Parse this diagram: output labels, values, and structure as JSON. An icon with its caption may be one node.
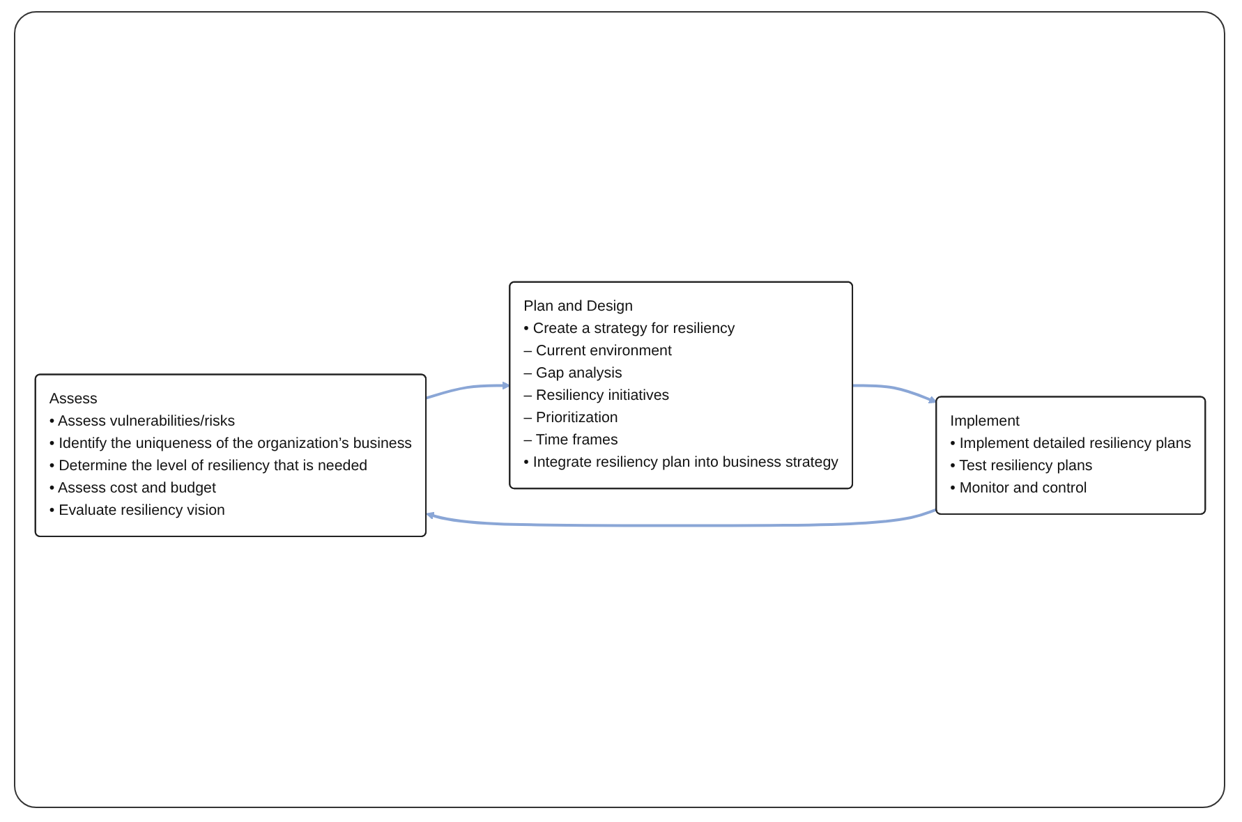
{
  "diagram": {
    "nodes": [
      {
        "text": [
          "Assess",
          "• Assess vulnerabilities/risks",
          "• Identify the uniqueness of the organization’s business",
          "• Determine the level of resiliency that is needed",
          "• Assess cost and budget",
          "• Evaluate resiliency vision"
        ]
      },
      {
        "text": [
          "Plan and Design",
          "• Create a strategy for resiliency",
          "– Current environment",
          "– Gap analysis",
          "– Resiliency initiatives",
          "– Prioritization",
          "– Time frames",
          "• Integrate resiliency plan into business strategy"
        ]
      },
      {
        "text": [
          "Implement",
          "• Implement detailed resiliency plans",
          "• Test resiliency plans",
          "• Monitor and control"
        ]
      }
    ],
    "edges": [
      {
        "from": 0,
        "to": 1,
        "arrow": "to"
      },
      {
        "from": 1,
        "to": 2,
        "arrow": "to"
      },
      {
        "from": 2,
        "to": 0,
        "arrow": "to"
      }
    ]
  }
}
